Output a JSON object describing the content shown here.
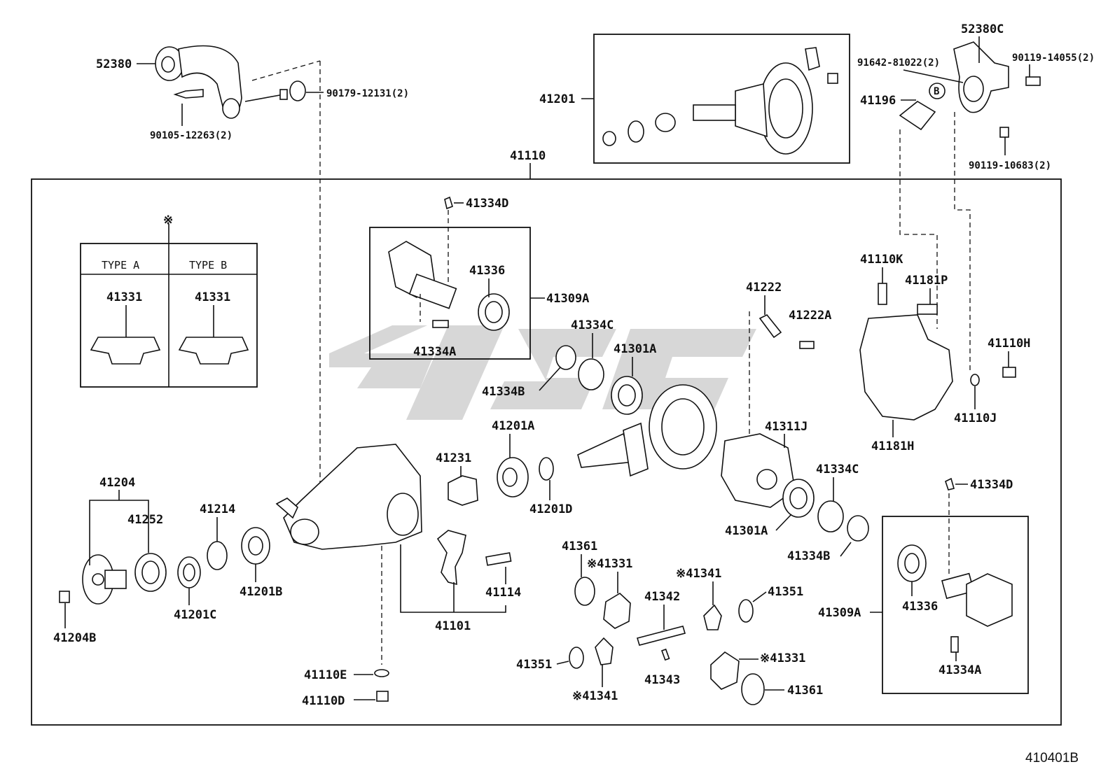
{
  "diagram": {
    "code": "410401B",
    "note_mark": "※",
    "type_table": {
      "type_a": "TYPE A",
      "type_b": "TYPE B",
      "part_a": "41331",
      "part_b": "41331"
    },
    "callout_b": "B",
    "labels": {
      "p52380": "52380",
      "p90179": "90179-12131(2)",
      "p90105": "90105-12263(2)",
      "p41201": "41201",
      "p52380C": "52380C",
      "p91642": "91642-81022(2)",
      "p90119a": "90119-14055(2)",
      "p41196": "41196",
      "p90119b": "90119-10683(2)",
      "p41110": "41110",
      "p41334D_top": "41334D",
      "p41336_top": "41336",
      "p41309A_top": "41309A",
      "p41334A_top": "41334A",
      "p41222": "41222",
      "p41222A": "41222A",
      "p41110K": "41110K",
      "p41181P": "41181P",
      "p41110H": "41110H",
      "p41334C_a": "41334C",
      "p41301A_a": "41301A",
      "p41334B_a": "41334B",
      "p41201A": "41201A",
      "p41311J": "41311J",
      "p41110J": "41110J",
      "p41181H": "41181H",
      "p41231": "41231",
      "p41201D": "41201D",
      "p41334C_b": "41334C",
      "p41334D_bot": "41334D",
      "p41204": "41204",
      "p41252": "41252",
      "p41214": "41214",
      "p41201B": "41201B",
      "p41201C": "41201C",
      "p41204B": "41204B",
      "p41301A_b": "41301A",
      "p41334B_b": "41334B",
      "p41361_a": "41361",
      "p41331_a": "※41331",
      "p41341_a": "※41341",
      "p41351_a": "41351",
      "p41342": "41342",
      "p41114": "41114",
      "p41101": "41101",
      "p41309A_bot": "41309A",
      "p41336_bot": "41336",
      "p41334A_bot": "41334A",
      "p41351_b": "41351",
      "p41343": "41343",
      "p41331_b": "※41331",
      "p41361_b": "41361",
      "p41341_b": "※41341",
      "p41110E": "41110E",
      "p41110D": "41110D"
    }
  }
}
